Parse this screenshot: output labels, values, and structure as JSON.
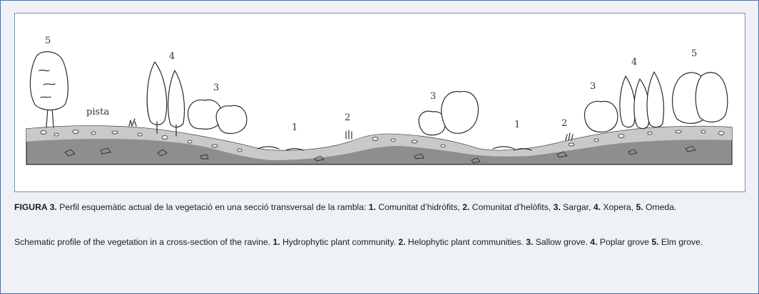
{
  "figure": {
    "labels": {
      "l5_left": "5",
      "pista": "pista",
      "l4_left": "4",
      "l3_left": "3",
      "l1_left": "1",
      "l2_mid": "2",
      "l3_mid": "3",
      "l1_right": "1",
      "l2_right": "2",
      "l3_right": "3",
      "l4_right": "4",
      "l5_right": "5"
    }
  },
  "caption_ca": {
    "prefix": "FIGURA 3.",
    "intro": " Perfil esquemàtic actual de la vegetació en una secció transversal de la rambla: ",
    "n1": "1.",
    "t1": " Comunitat d’hidròfits, ",
    "n2": "2.",
    "t2": " Comunitat d’helòfits, ",
    "n3": "3.",
    "t3": " Sargar, ",
    "n4": "4.",
    "t4": " Xopera, ",
    "n5": "5.",
    "t5": " Omeda."
  },
  "caption_en": {
    "intro": "Schematic profile of the vegetation in a cross-section of the ravine. ",
    "n1": "1.",
    "t1": " Hydrophytic plant community. ",
    "n2": "2.",
    "t2": " Helophytic plant communities. ",
    "n3": "3.",
    "t3": " Sallow grove. ",
    "n4": "4.",
    "t4": " Poplar grove ",
    "n5": "5.",
    "t5": " Elm grove."
  }
}
